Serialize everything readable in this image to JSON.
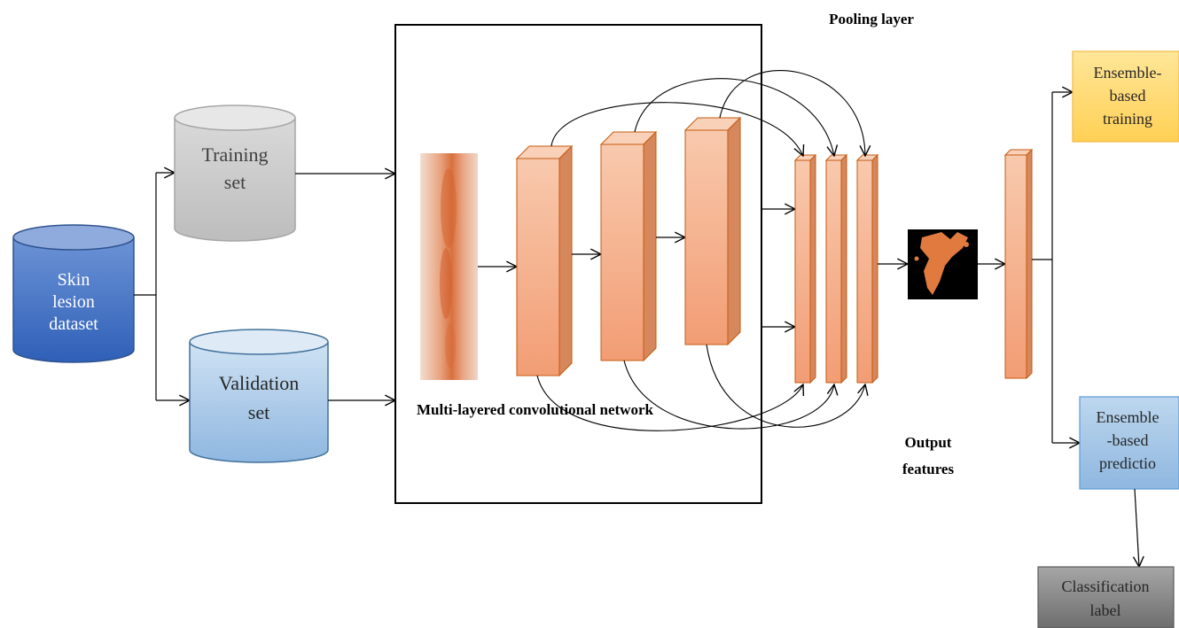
{
  "dataset": {
    "label_lines": [
      "Skin",
      "lesion",
      "dataset"
    ]
  },
  "training_set": {
    "label_lines": [
      "Training",
      "set"
    ]
  },
  "validation_set": {
    "label_lines": [
      "Validation",
      "set"
    ]
  },
  "cnn": {
    "label": "Multi-layered convolutional network"
  },
  "pooling": {
    "label": "Pooling layer"
  },
  "output_features": {
    "label_lines": [
      "Output",
      "features"
    ]
  },
  "ensemble_training": {
    "label_lines": [
      "Ensemble-",
      "based",
      "training"
    ]
  },
  "ensemble_prediction": {
    "label_lines": [
      "Ensemble",
      "-based",
      "predictio"
    ]
  },
  "classification": {
    "label_lines": [
      "Classification",
      "label"
    ]
  },
  "colors": {
    "dataset_blue": "#4472c4",
    "training_grey": "#c9c9c9",
    "validation_blue": "#9dc3e6",
    "layer_orange": "#f4b183",
    "ensemble_training_yellow": "#ffd966",
    "ensemble_prediction_blue": "#9dc3e6",
    "classification_grey": "#8c8c8c"
  }
}
